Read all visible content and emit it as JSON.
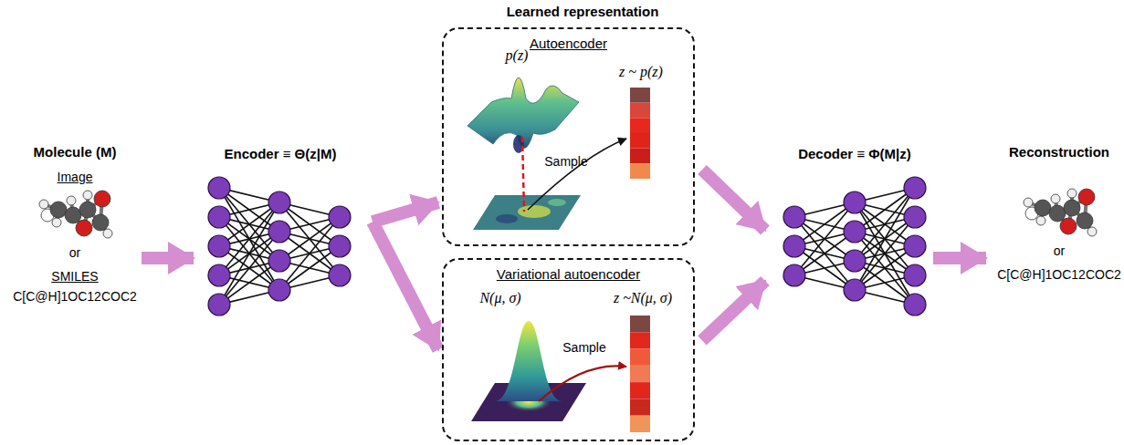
{
  "diagram": {
    "nodes": [
      {
        "text": [
          "Encoder ≡ Θ(z|M)"
        ]
      },
      {
        "text": [
          "Autoencoder"
        ]
      },
      {
        "text": [
          "Variational autoencoder"
        ]
      },
      {
        "text": [
          "Decoder ≡ Φ(M|z)"
        ]
      }
    ],
    "edges": [
      {
        "from": 0,
        "to": 1,
        "arrow": "to"
      },
      {
        "from": 0,
        "to": 2,
        "arrow": "to"
      },
      {
        "from": 1,
        "to": 3,
        "arrow": "to"
      },
      {
        "from": 2,
        "to": 3,
        "arrow": "to"
      }
    ],
    "labels": [
      "Learned representation",
      "Molecule (M)",
      "Image",
      "or",
      "SMILES",
      "C[C@H]1OC12COC2",
      "p(z)",
      "z ~ p(z)",
      "Sample",
      "N(μ, σ)",
      "z ~N(μ, σ)",
      "Sample",
      "Reconstruction",
      "or",
      "C[C@H]1OC12COC2"
    ]
  }
}
